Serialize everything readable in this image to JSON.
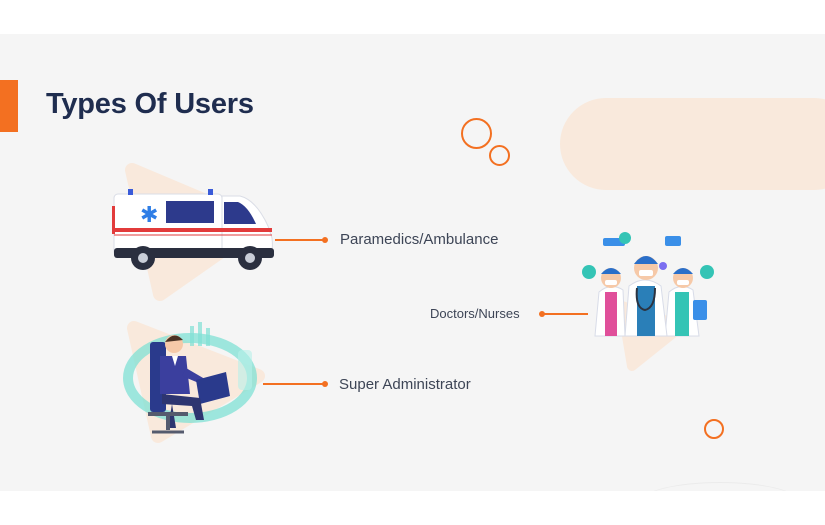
{
  "slide": {
    "title": "Types Of Users",
    "accent_color": "#f37021",
    "title_color": "#1f2d4f",
    "background_color": "#f5f5f5",
    "users": [
      {
        "label": "Paramedics/Ambulance",
        "icon": "ambulance-icon"
      },
      {
        "label": "Doctors/Nurses",
        "icon": "doctors-nurses-icon"
      },
      {
        "label": "Super Administrator",
        "icon": "super-administrator-icon"
      }
    ]
  }
}
